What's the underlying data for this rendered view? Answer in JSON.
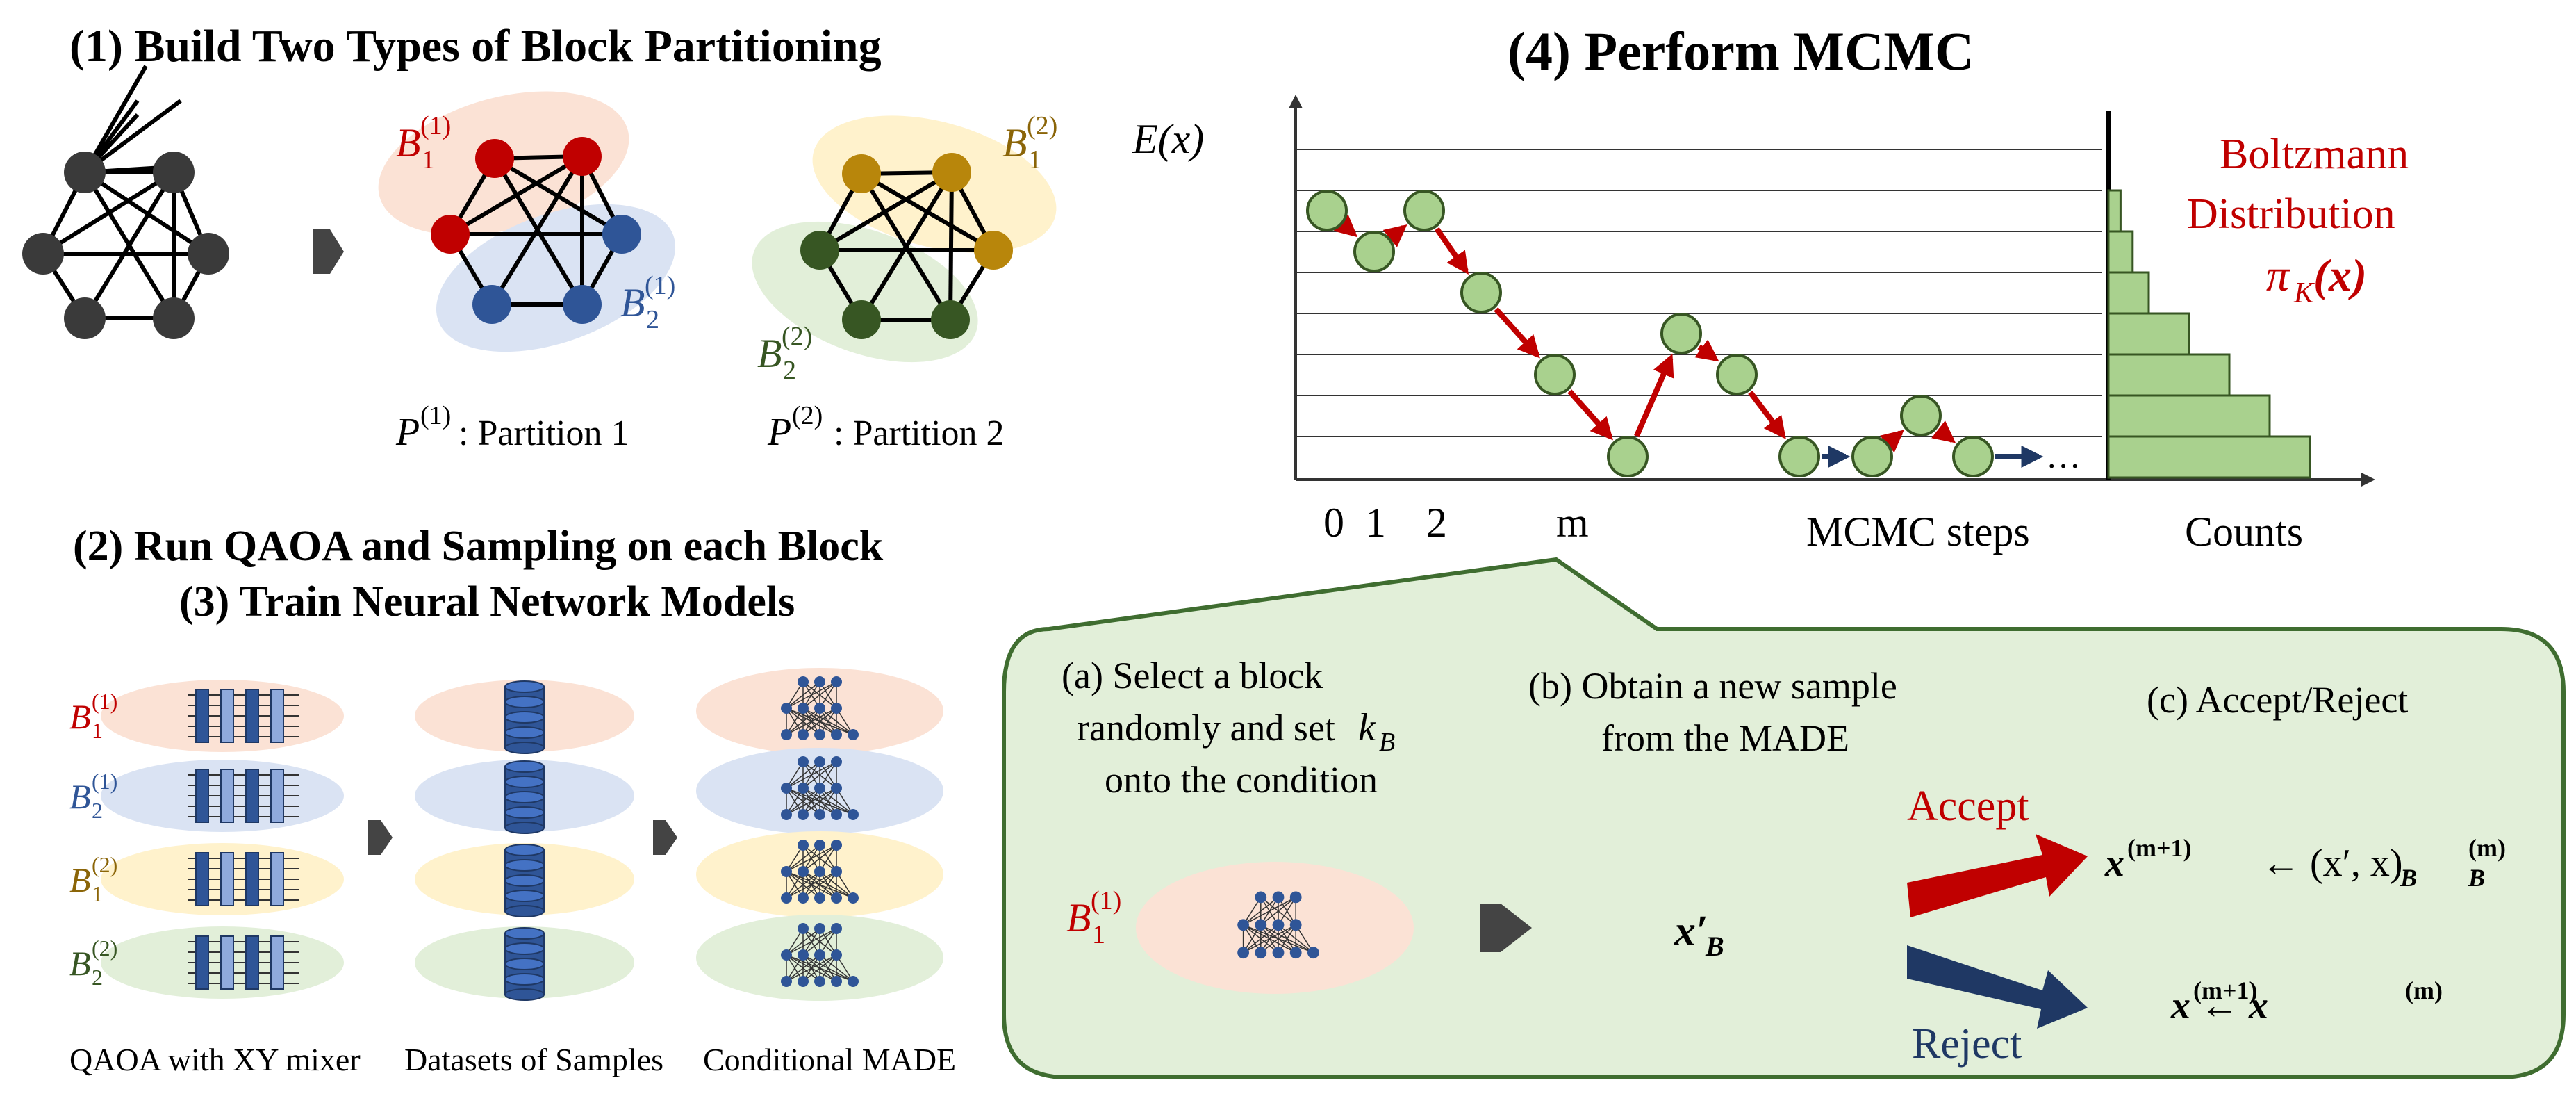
{
  "section1": {
    "title": "(1) Build Two Types of Block Partitioning",
    "partition1_caption": ": Partition 1",
    "partition2_caption": ": Partition 2"
  },
  "section23": {
    "title2": "(2) Run QAOA and Sampling on each Block",
    "title3": "(3) Train Neural Network Models",
    "caption_qaoa": "QAOA with XY mixer",
    "caption_datasets": "Datasets of Samples",
    "caption_made": "Conditional MADE"
  },
  "section4": {
    "title": "(4) Perform MCMC",
    "y_axis_label": "E(x)",
    "x_tick_labels": [
      "0",
      "1",
      "2",
      "m"
    ],
    "x_axis_label": "MCMC steps",
    "counts_label": "Counts",
    "distribution_line1": "Boltzmann",
    "distribution_line2": "Distribution",
    "distribution_formula": "π",
    "distribution_subscript": "K",
    "distribution_arg": "(x)",
    "ellipsis": "…"
  },
  "chart_data": {
    "type": "line",
    "title": "(4) Perform MCMC",
    "xlabel": "MCMC steps",
    "ylabel": "E(x)",
    "x_ticks": [
      "0",
      "1",
      "2",
      "m"
    ],
    "energy_levels": 8,
    "trajectory_levels": [
      7,
      6,
      7,
      5,
      3,
      1,
      4,
      3,
      1,
      1,
      2,
      1
    ],
    "histogram": {
      "xlabel": "Counts",
      "counts_by_level": [
        5,
        4,
        3,
        2,
        1,
        0.6,
        0.3
      ]
    }
  },
  "panel": {
    "step_a": [
      "(a)  Select a block",
      "randomly and set",
      "onto the condition"
    ],
    "step_a_var": "k",
    "step_a_var_sub": "B",
    "step_b": [
      "(b) Obtain a new sample",
      "from the MADE"
    ],
    "step_c": "(c) Accept/Reject",
    "accept_label": "Accept",
    "reject_label": "Reject",
    "new_sample": "x′",
    "new_sample_sub": "B",
    "accept_rule": "← (x′, x)",
    "reject_rule": "x    ←  x"
  },
  "block_labels": {
    "b1_1": "B",
    "b2_1": "B",
    "b1_2": "B",
    "b2_2": "B",
    "sub1": "1",
    "sub2": "2",
    "sup1": "(1)",
    "sup2": "(2)",
    "P": "P"
  },
  "colors": {
    "red": "#c00000",
    "blue": "#2f5597",
    "gold": "#b8860b",
    "green_dark": "#375623",
    "node_dark": "#3a3a3a",
    "node_green": "#a9d18e",
    "panel_fill": "#e2efd9",
    "panel_stroke": "#3f6d30",
    "pink_ellipse": "#fbe2d5",
    "blue_ellipse": "#dae3f3",
    "yellow_ellipse": "#fff2cc",
    "green_ellipse": "#e2efd9"
  }
}
